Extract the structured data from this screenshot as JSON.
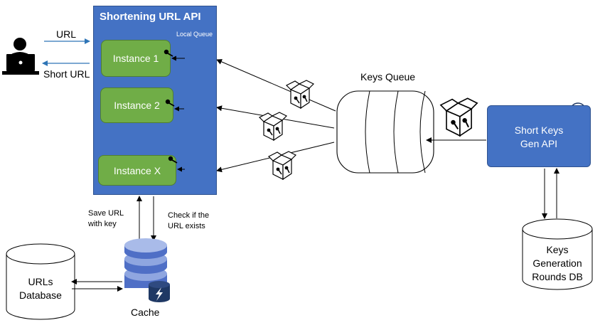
{
  "user": {
    "icon": "user-laptop-icon",
    "request_label": "URL",
    "response_label": "Short URL"
  },
  "shortening_api": {
    "title": "Shortening URL API",
    "local_queue_label": "Local Queue",
    "instances": [
      {
        "label": "Instance 1"
      },
      {
        "label": "Instance 2"
      },
      {
        "label": "Instance X"
      }
    ]
  },
  "keys_queue": {
    "label": "Keys Queue"
  },
  "keys_gen_api": {
    "line1": "Short Keys",
    "line2": "Gen API",
    "icon": "gear-sync-icon"
  },
  "keys_db": {
    "line1": "Keys",
    "line2": "Generation",
    "line3": "Rounds DB"
  },
  "cache": {
    "label": "Cache",
    "icon": "lightning-icon"
  },
  "urls_db": {
    "line1": "URLs",
    "line2": "Database"
  },
  "edges": {
    "save_line1": "Save URL",
    "save_line2": "with key",
    "check_line1": "Check if the",
    "check_line2": "URL exists"
  },
  "colors": {
    "api_blue": "#4472c4",
    "instance_green": "#70ad47",
    "cache_blue": "#4f6fc6",
    "arrow_blue": "#2e75b6"
  }
}
